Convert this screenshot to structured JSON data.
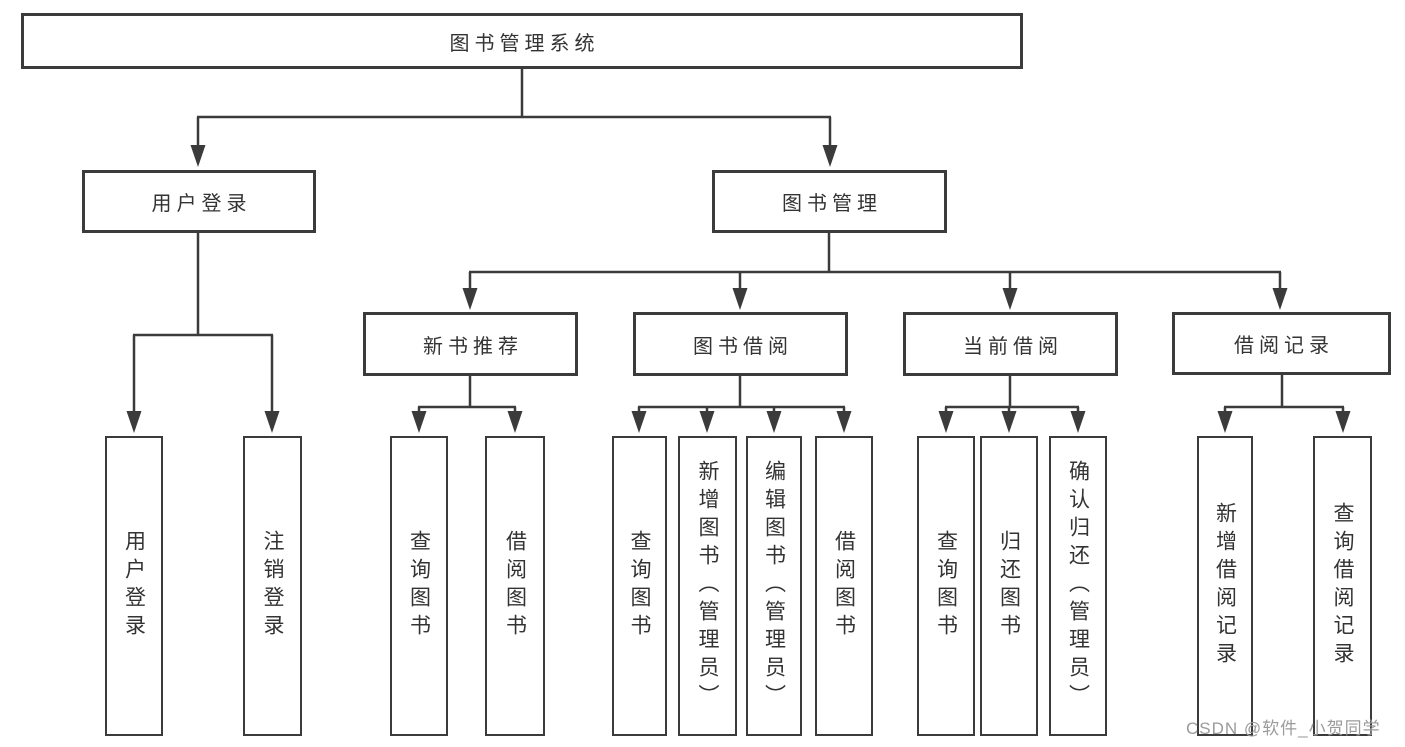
{
  "colors": {
    "line": "#3b3b3b",
    "border": "#3b3b3b",
    "text": "#333333",
    "watermark": "#9b9b9b",
    "background": "#ffffff"
  },
  "watermark": {
    "text": "CSDN @软件_小贺同学"
  },
  "nodes": {
    "root": {
      "label": "图书管理系统"
    },
    "user_login": {
      "label": "用户登录"
    },
    "book_mgmt": {
      "label": "图书管理"
    },
    "new_book_rec": {
      "label": "新书推荐"
    },
    "book_borrow": {
      "label": "图书借阅"
    },
    "current_borrow": {
      "label": "当前借阅"
    },
    "borrow_records": {
      "label": "借阅记录"
    },
    "leaf_user_login": {
      "label": "用户登录"
    },
    "leaf_logout": {
      "label": "注销登录"
    },
    "leaf_query_book_1": {
      "label": "查询图书"
    },
    "leaf_borrow_book_1": {
      "label": "借阅图书"
    },
    "leaf_query_book_2": {
      "label": "查询图书"
    },
    "leaf_add_book": {
      "label": "新增图书（管理员）"
    },
    "leaf_edit_book": {
      "label": "编辑图书（管理员）"
    },
    "leaf_borrow_book_2": {
      "label": "借阅图书"
    },
    "leaf_query_book_3": {
      "label": "查询图书"
    },
    "leaf_return_book": {
      "label": "归还图书"
    },
    "leaf_confirm_return": {
      "label": "确认归还（管理员）"
    },
    "leaf_add_record": {
      "label": "新增借阅记录"
    },
    "leaf_query_record": {
      "label": "查询借阅记录"
    }
  }
}
